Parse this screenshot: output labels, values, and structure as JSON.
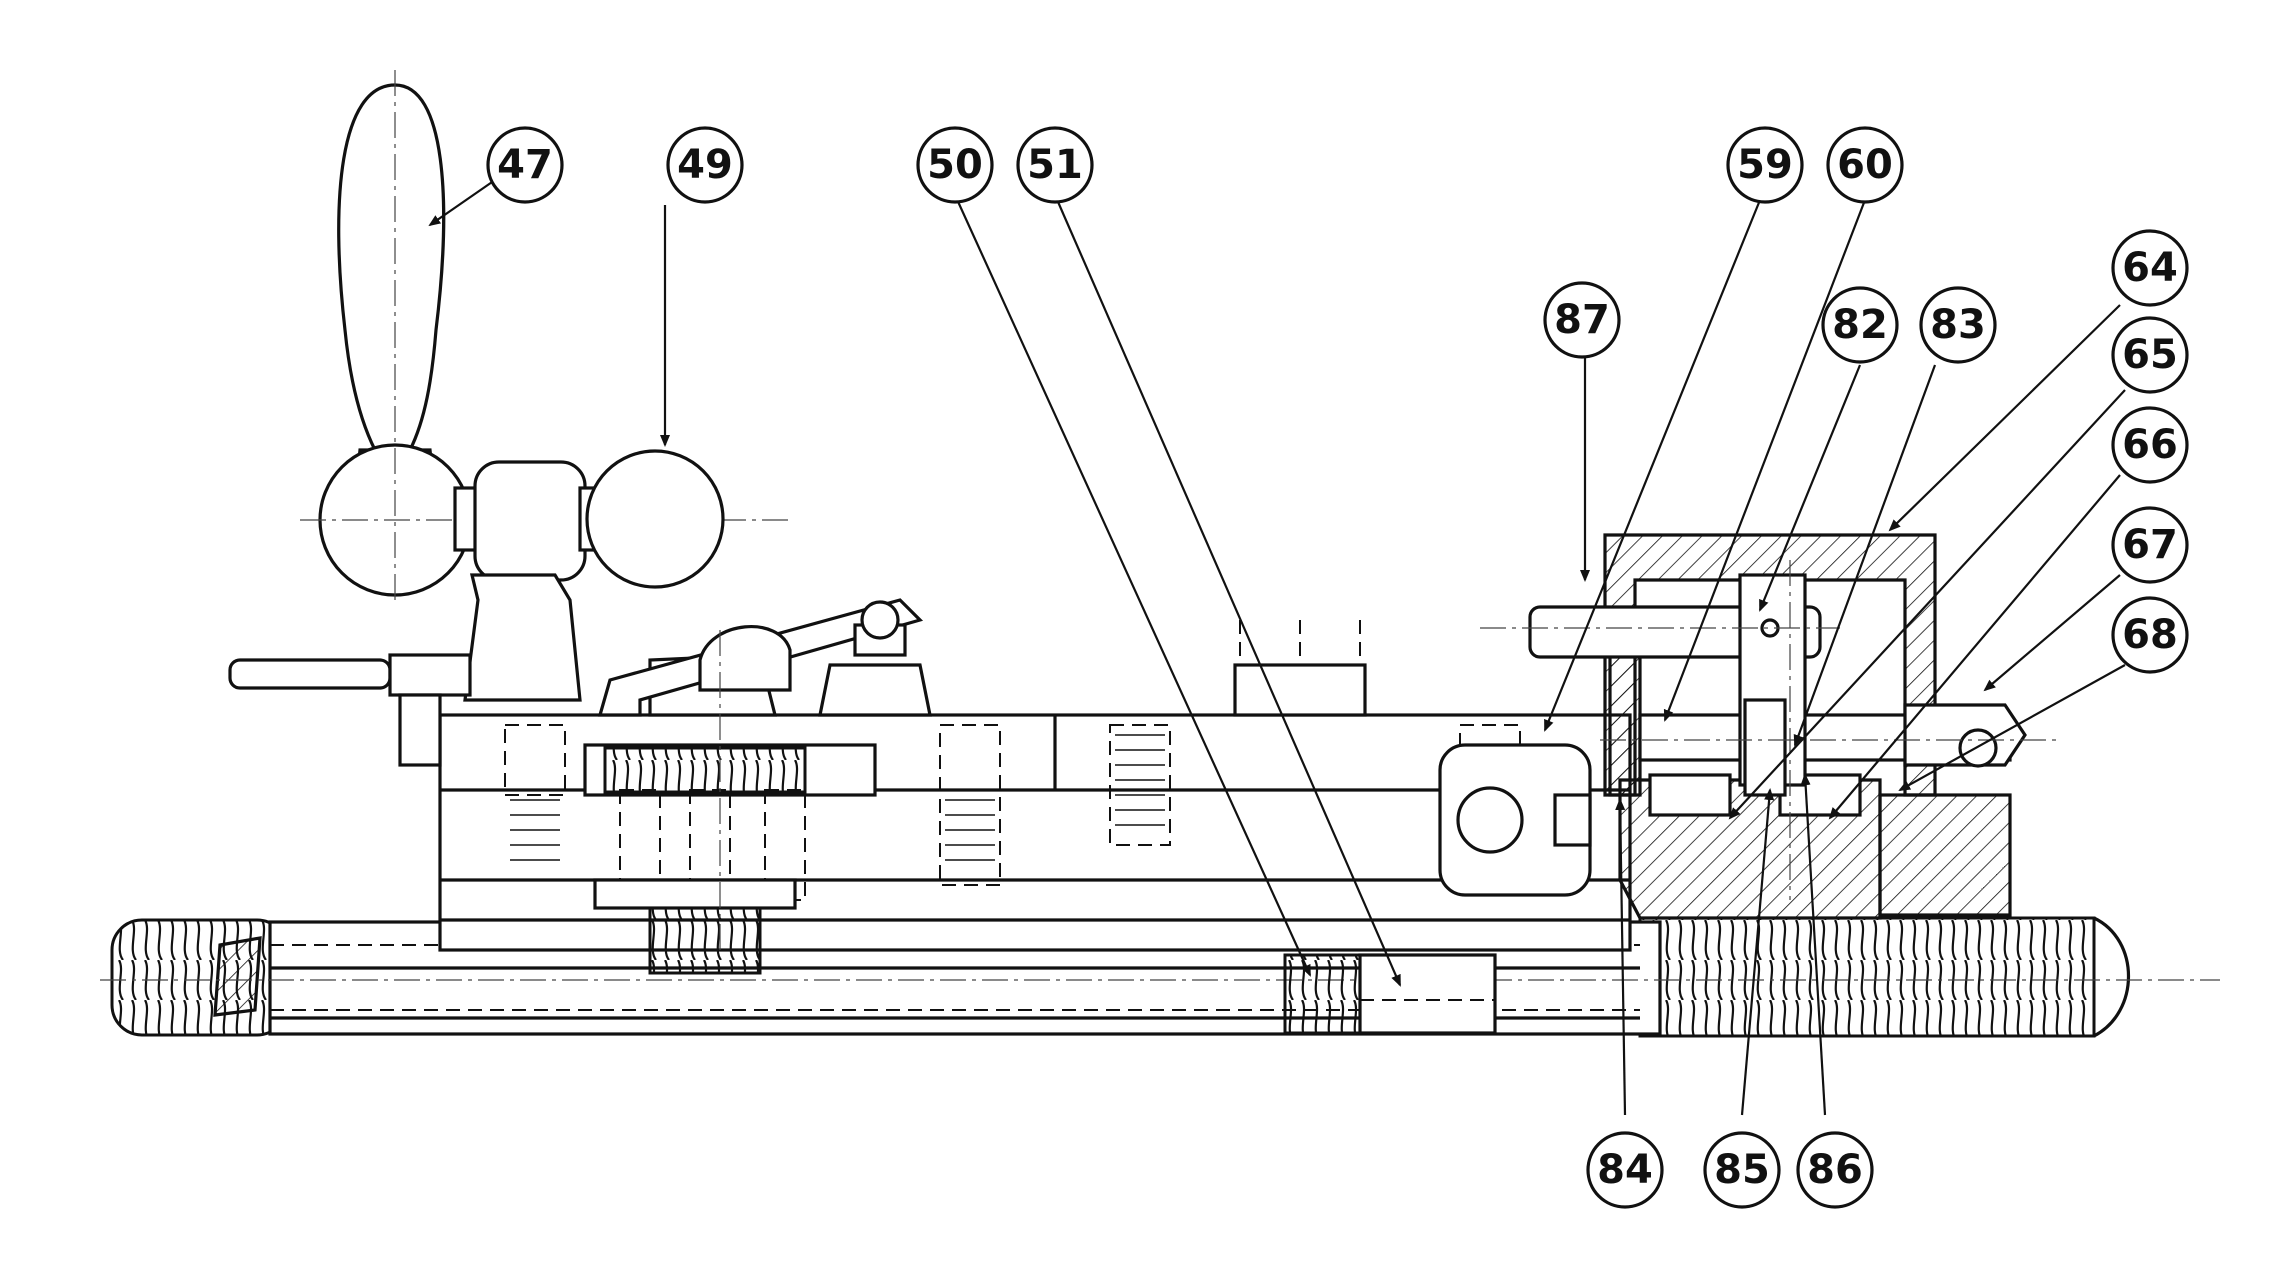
{
  "callouts": [
    {
      "id": "c47",
      "label": "47"
    },
    {
      "id": "c49",
      "label": "49"
    },
    {
      "id": "c50",
      "label": "50"
    },
    {
      "id": "c51",
      "label": "51"
    },
    {
      "id": "c59",
      "label": "59"
    },
    {
      "id": "c60",
      "label": "60"
    },
    {
      "id": "c64",
      "label": "64"
    },
    {
      "id": "c65",
      "label": "65"
    },
    {
      "id": "c66",
      "label": "66"
    },
    {
      "id": "c67",
      "label": "67"
    },
    {
      "id": "c68",
      "label": "68"
    },
    {
      "id": "c82",
      "label": "82"
    },
    {
      "id": "c83",
      "label": "83"
    },
    {
      "id": "c84",
      "label": "84"
    },
    {
      "id": "c85",
      "label": "85"
    },
    {
      "id": "c86",
      "label": "86"
    },
    {
      "id": "c87",
      "label": "87"
    }
  ],
  "colors": {
    "ink": "#111111",
    "paper": "#ffffff"
  }
}
